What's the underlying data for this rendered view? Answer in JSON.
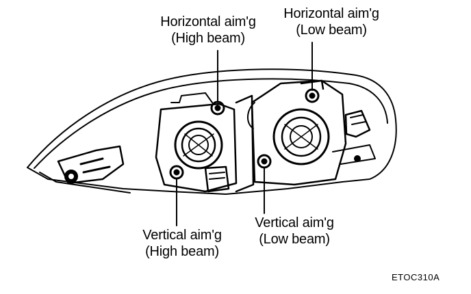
{
  "labels": {
    "horizontal_high": {
      "line1": "Horizontal aim'g",
      "line2": "(High beam)"
    },
    "horizontal_low": {
      "line1": "Horizontal aim'g",
      "line2": "(Low beam)"
    },
    "vertical_high": {
      "line1": "Vertical aim'g",
      "line2": "(High beam)"
    },
    "vertical_low": {
      "line1": "Vertical aim'g",
      "line2": "(Low beam)"
    }
  },
  "figure_code": "ETOC310A",
  "colors": {
    "ink": "#000000",
    "paper": "#ffffff"
  }
}
